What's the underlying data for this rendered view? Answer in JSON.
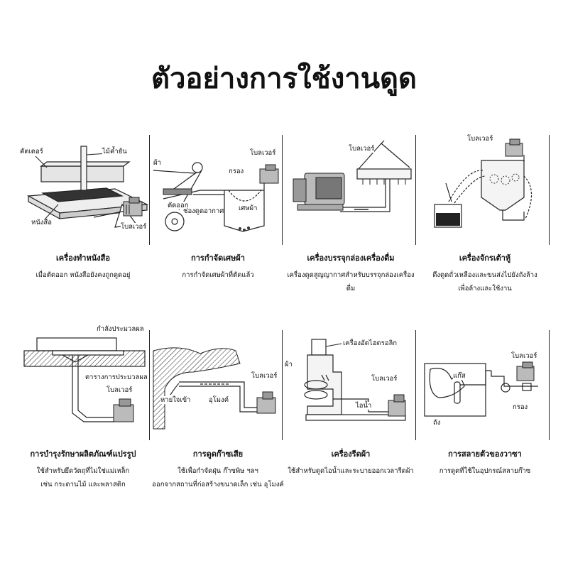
{
  "title": "ตัวอย่างการใช้งานดูด",
  "panels": [
    {
      "title": "เครื่องทำหนังสือ",
      "desc": [
        "เมื่อตัดออก หนังสือยังคงถูกดูดอยู่"
      ],
      "labels": [
        "คัตเตอร์",
        "ไม้ค้ำยัน",
        "หนังสือ",
        "โบลเวอร์"
      ]
    },
    {
      "title": "การกำจัดเศษผ้า",
      "desc": [
        "การกำจัดเศษผ้าที่ตัดแล้ว"
      ],
      "labels": [
        "ผ้า",
        "โบลเวอร์",
        "กรอง",
        "ตัดออก",
        "ช่องดูดอากาศ",
        "เศษผ้า"
      ]
    },
    {
      "title": "เครื่องบรรจุกล่องเครื่องดื่ม",
      "desc": [
        "เครื่องดูดสูญญากาศสำหรับบรรจุกล่องเครื่องดื่ม"
      ],
      "labels": [
        "โบลเวอร์"
      ]
    },
    {
      "title": "เครื่องจักรเต้าหู้",
      "desc": [
        "ดึงดูดถั่วเหลืองและขนส่งไปยังถังล้าง",
        "เพื่อล้างและใช้งาน"
      ],
      "labels": [
        "โบลเวอร์"
      ]
    },
    {
      "title": "การบำรุงรักษาผลิตภัณฑ์แปรรูป",
      "desc": [
        "ใช้สำหรับยึดวัตถุที่ไม่ใช่แม่เหล็ก",
        "เช่น กระดานไม้ และพลาสติก"
      ],
      "labels": [
        "กำลังประมวลผล",
        "ตารางการประมวลผล",
        "โบลเวอร์"
      ]
    },
    {
      "title": "การดูดก๊าซเสีย",
      "desc": [
        "ใช้เพื่อกำจัดฝุ่น ก๊าซพิษ ฯลฯ",
        "ออกจากสถานที่ก่อสร้างขนาดเล็ก เช่น อุโมงค์"
      ],
      "labels": [
        "โบลเวอร์",
        "หายใจเข้า",
        "อุโมงค์"
      ]
    },
    {
      "title": "เครื่องรีดผ้า",
      "desc": [
        "ใช้สำหรับดูดไอน้ำและระบายออกเวลารีดผ้า"
      ],
      "labels": [
        "เครื่องอัดไฮดรอลิก",
        "ผ้า",
        "โบลเวอร์",
        "ไอน้ำ"
      ]
    },
    {
      "title": "การสลายตัวของวาซา",
      "desc": [
        "การดูดที่ใช้ในอุปกรณ์สลายก๊าซ"
      ],
      "labels": [
        "โบลเวอร์",
        "แก๊ส",
        "กรอง",
        "ถัง"
      ]
    }
  ]
}
